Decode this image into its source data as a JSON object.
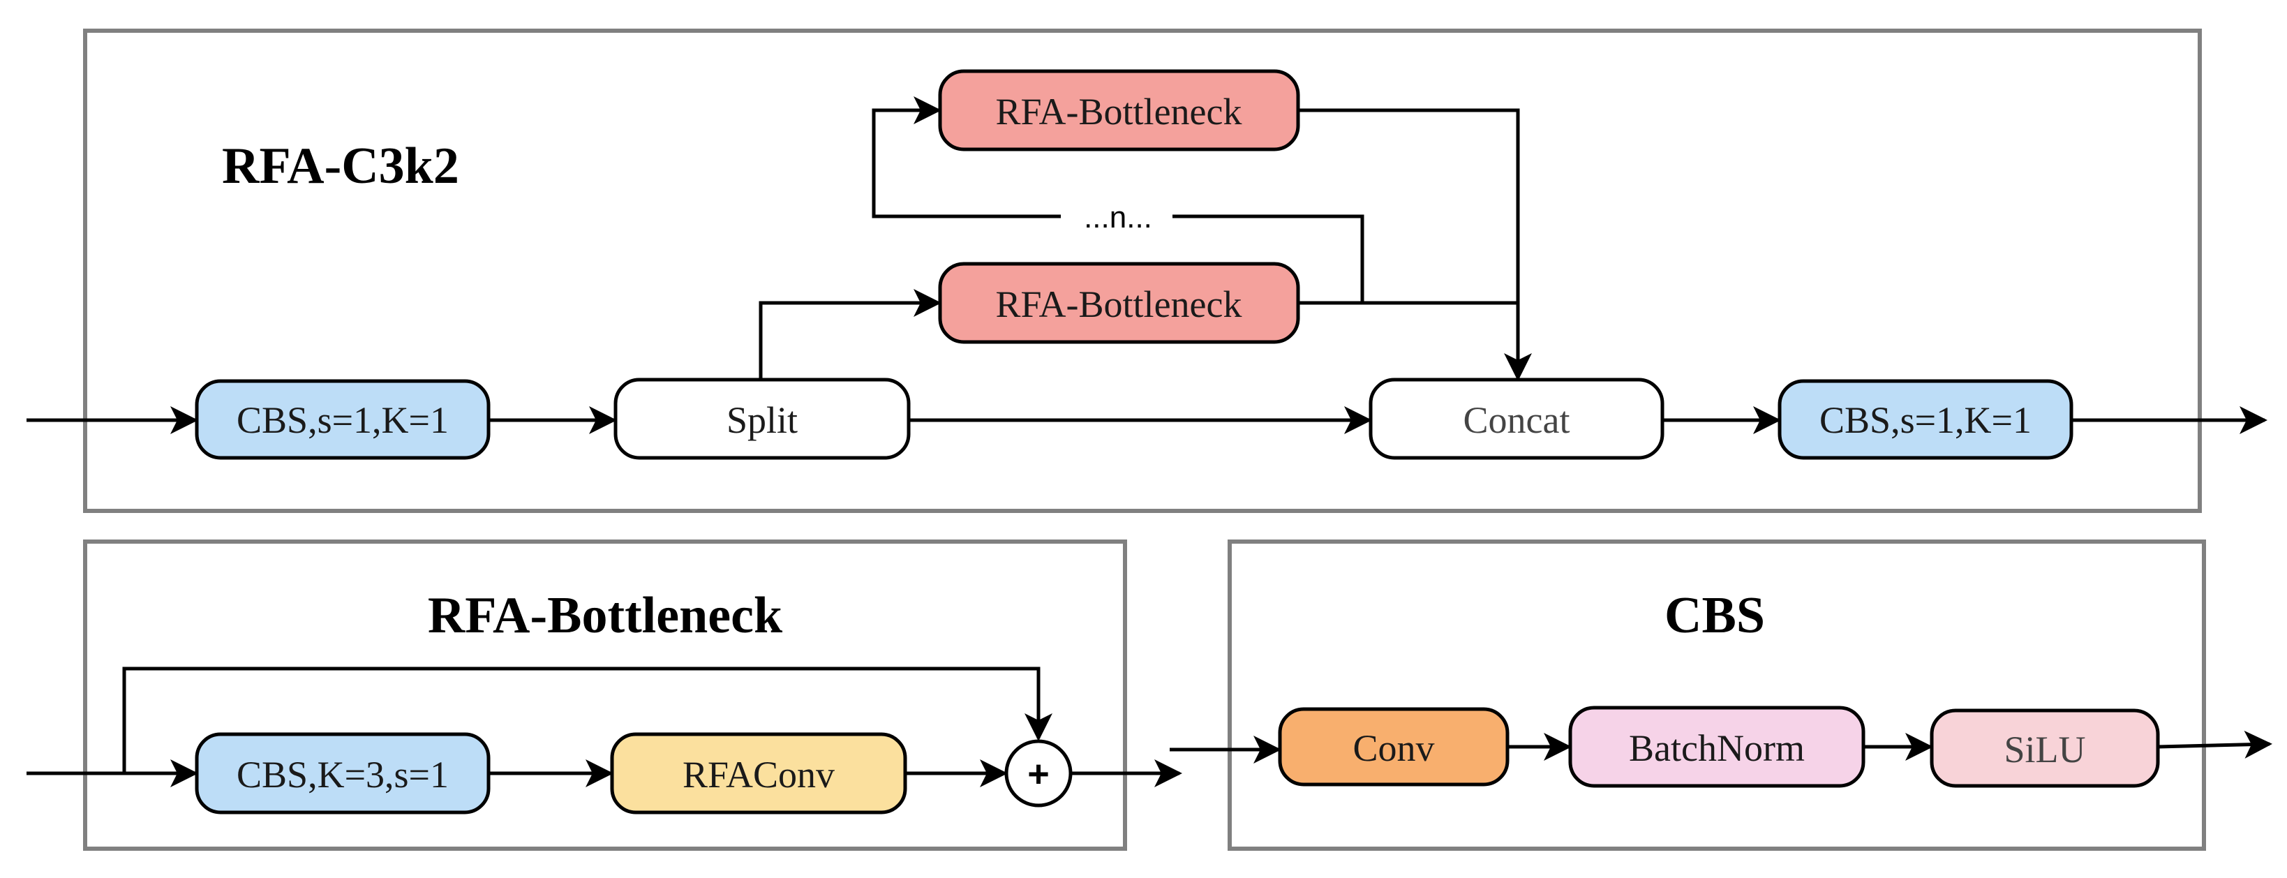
{
  "colors": {
    "cbs_fill": "#BDDDF7",
    "bottleneck_fill": "#F4A19C",
    "white_fill": "#FFFFFF",
    "rfaconv_fill": "#FBE09E",
    "conv_fill": "#F8AF6E",
    "batchnorm_fill": "#F6D3E8",
    "silu_fill": "#F8D3D8",
    "frame_stroke": "#808080"
  },
  "rfa_c3k2": {
    "title": "RFA-C3k2",
    "cbs_in": "CBS,s=1,K=1",
    "split": "Split",
    "bottleneck_top": "RFA-Bottleneck",
    "bottleneck_mid": "RFA-Bottleneck",
    "repeat": "...n...",
    "concat": "Concat",
    "cbs_out": "CBS,s=1,K=1"
  },
  "rfa_bottleneck": {
    "title": "RFA-Bottleneck",
    "cbs": "CBS,K=3,s=1",
    "rfaconv": "RFAConv",
    "add_symbol": "+"
  },
  "cbs": {
    "title": "CBS",
    "conv": "Conv",
    "batchnorm": "BatchNorm",
    "silu": "SiLU"
  }
}
